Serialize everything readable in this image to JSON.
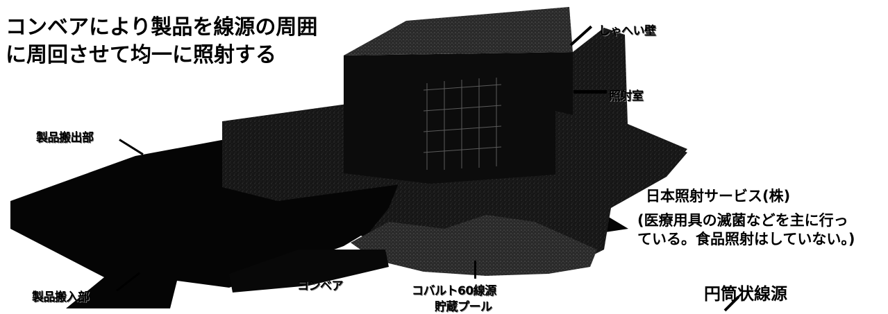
{
  "title": {
    "line1": "コンベアにより製品を線源の周囲",
    "line2": "に周回させて均一に照射する"
  },
  "labels": {
    "shield_wall": "しゃへい壁",
    "irradiation_room": "照射室",
    "product_exit": "製品搬出部",
    "product_entry": "製品搬入部",
    "conveyor": "コンベア",
    "cobalt_pool_line1": "コバルト60線源",
    "cobalt_pool_line2": "貯蔵プール",
    "cylindrical_source": "円筒状線源"
  },
  "company": {
    "name": "日本照射サービス(株)",
    "note_line1": "(医療用具の滅菌などを主に行っ",
    "note_line2": "ている。食品照射はしていない。)"
  }
}
